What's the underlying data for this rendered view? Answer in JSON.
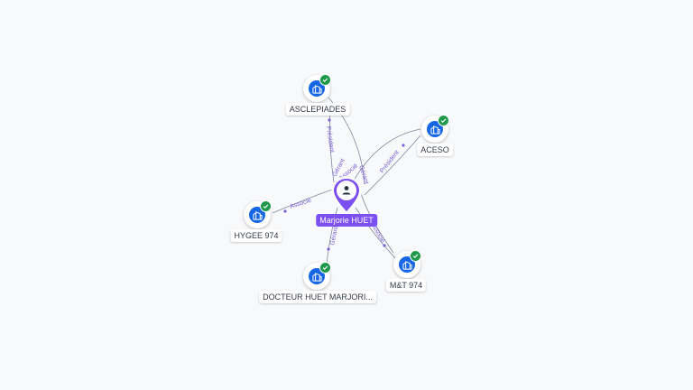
{
  "graph": {
    "person": {
      "name": "Marjorie HUET"
    },
    "companies": [
      {
        "id": "asclepiades",
        "name": "ASCLEPIADES",
        "verified": true
      },
      {
        "id": "aceso",
        "name": "ACESO",
        "verified": true
      },
      {
        "id": "hygee",
        "name": "HYGEE 974",
        "verified": true
      },
      {
        "id": "docteur",
        "name": "DOCTEUR HUET MARJORI...",
        "verified": true
      },
      {
        "id": "mt974",
        "name": "M&T 974",
        "verified": true
      }
    ],
    "edge_labels": {
      "asclepiades_president": "Président",
      "asclepiades_gerant": "Gérant",
      "asclepiades_associe": "Associé",
      "aceso_gerant": "Gérant",
      "aceso_president": "Président",
      "hygee_associe": "Associé",
      "docteur_gerant": "Gérant",
      "mt974_associe": "Associé"
    },
    "colors": {
      "company_icon": "#1666e5",
      "verified_badge": "#1f9a4b",
      "person": "#7b4ff0",
      "edge_label": "#7b61d8"
    },
    "icons": {
      "company": "building-icon",
      "verified": "check-icon",
      "person": "person-icon"
    }
  }
}
